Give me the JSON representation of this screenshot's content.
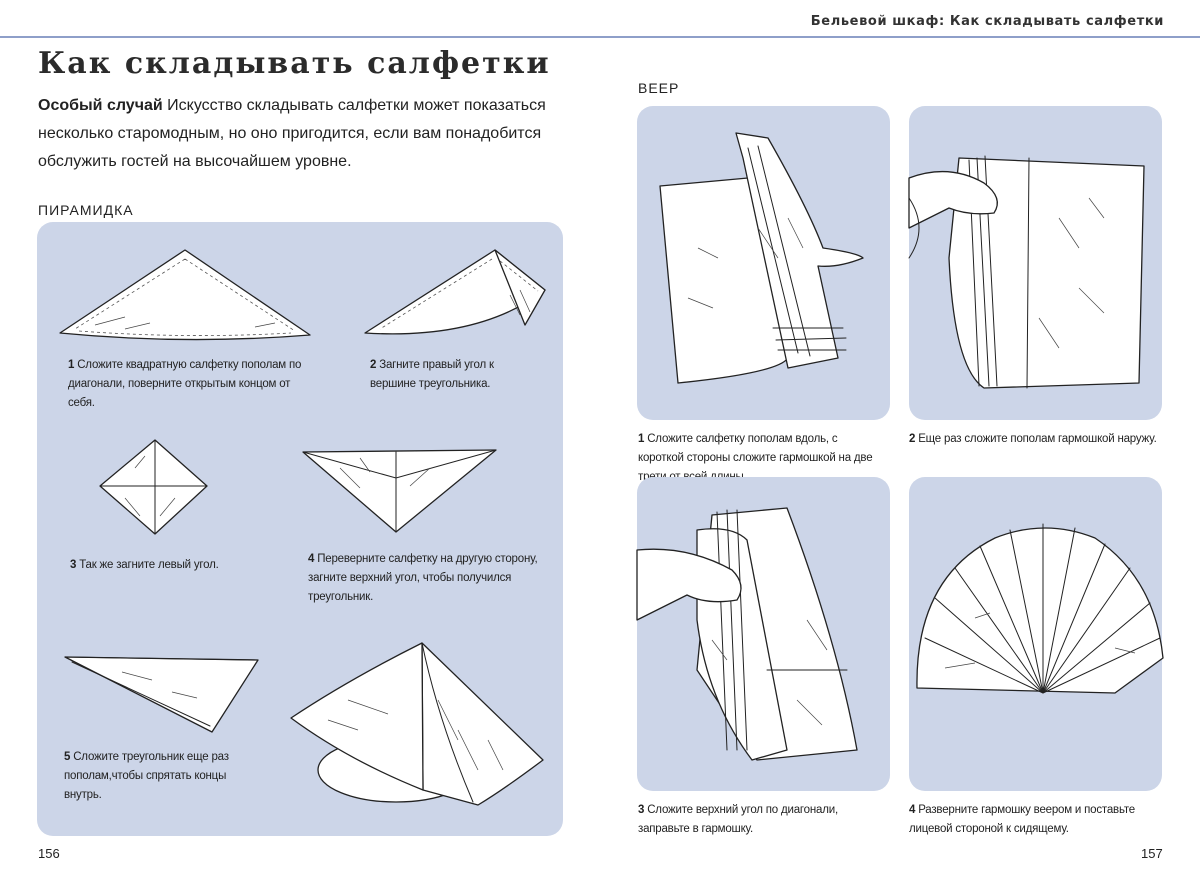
{
  "running_head": "Бельевой шкаф: Как складывать салфетки",
  "title": "Как складывать салфетки",
  "intro": {
    "lead": "Особый случай",
    "text": " Искусство складывать салфетки может показаться несколько старомодным, но оно пригодится, если вам понадобится обслужить гостей на высочайшем уровне."
  },
  "pyramid": {
    "label": "ПИРАМИДКА",
    "steps": [
      {
        "num": "1",
        "text": " Сложите квадратную салфетку пополам по диагонали, поверните открытым концом от себя."
      },
      {
        "num": "2",
        "text": " Загните правый угол к вершине треугольника."
      },
      {
        "num": "3",
        "text": " Так же загните левый угол."
      },
      {
        "num": "4",
        "text": " Переверните салфетку на другую сторону, загните верхний угол, чтобы получился треугольник."
      },
      {
        "num": "5",
        "text": " Сложите треугольник еще раз пополам,чтобы спрятать концы внутрь."
      }
    ]
  },
  "fan": {
    "label": "ВЕЕР",
    "steps": [
      {
        "num": "1",
        "text": " Сложите салфетку пополам вдоль, с короткой стороны сложите гармошкой на две трети от всей длины."
      },
      {
        "num": "2",
        "text": " Еще раз сложите пополам гармошкой наружу."
      },
      {
        "num": "3",
        "text": " Сложите верхний угол по диагонали, заправьте в гармошку."
      },
      {
        "num": "4",
        "text": " Разверните гармошку веером и поставьте лицевой стороной к сидящему."
      }
    ]
  },
  "page_left": "156",
  "page_right": "157",
  "colors": {
    "panel": "#ccd5e8",
    "rule": "#8e9fc9"
  }
}
